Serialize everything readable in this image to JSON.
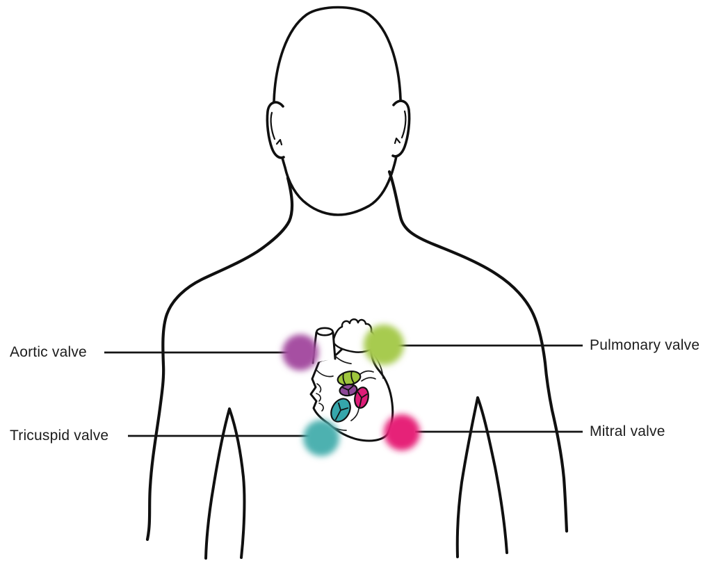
{
  "diagram": {
    "labels": {
      "aortic": "Aortic valve",
      "pulmonary": "Pulmonary valve",
      "tricuspid": "Tricuspid valve",
      "mitral": "Mitral valve"
    },
    "colors": {
      "aortic_marker": "#a64fa2",
      "pulmonary_marker": "#a7cb50",
      "tricuspid_marker": "#4db1b0",
      "mitral_marker": "#e62078",
      "aortic_valve_fill": "#8d4897",
      "pulmonary_valve_fill": "#9fc73d",
      "tricuspid_valve_fill": "#35a6ab",
      "mitral_valve_fill": "#dd1d78",
      "outline": "#101010",
      "label_text": "#1c1c1c"
    }
  }
}
